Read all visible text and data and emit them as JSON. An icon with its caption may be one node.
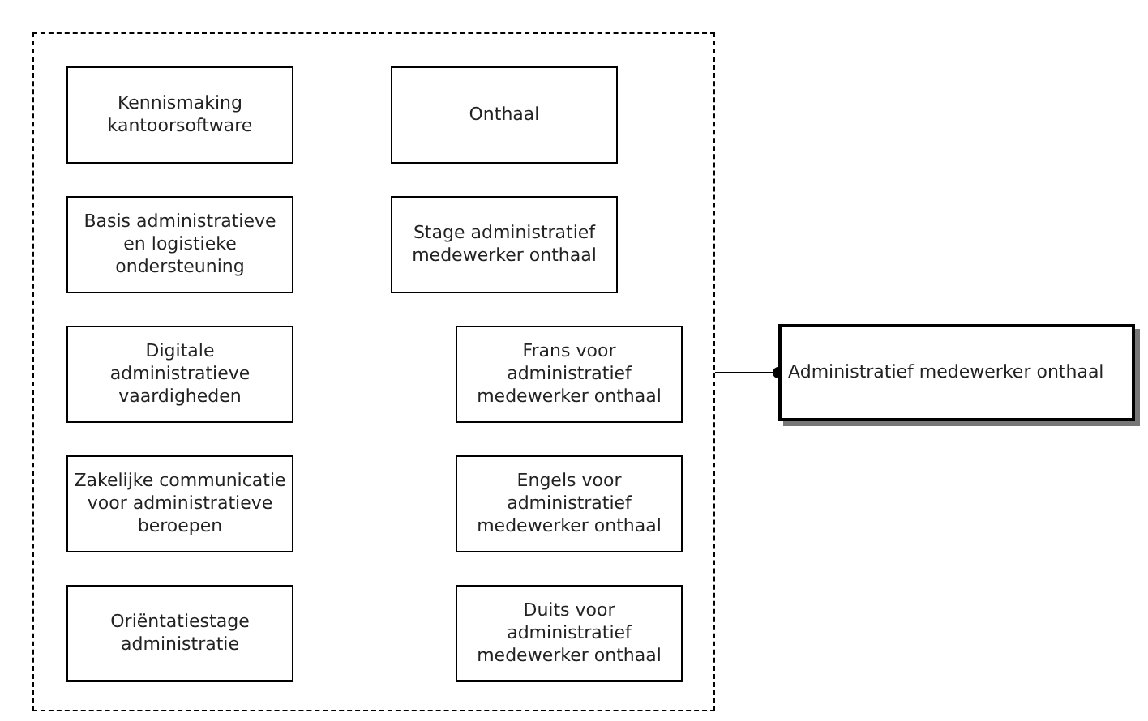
{
  "diagram": {
    "nodes": [
      {
        "text": [],
        "shape": "box"
      },
      {
        "text": [
          "Kennismaking kantoorsoftware"
        ],
        "in": 0
      },
      {
        "text": [
          "Onthaal"
        ],
        "in": 0
      },
      {
        "text": [
          "Basis administratieve en logistieke ondersteuning"
        ],
        "in": 0
      },
      {
        "text": [
          "Stage administratief medewerker onthaal"
        ],
        "in": 0
      },
      {
        "text": [
          "Digitale administratieve vaardigheden"
        ],
        "in": 0
      },
      {
        "text": [
          "Frans voor administratief medewerker onthaal"
        ],
        "in": 0
      },
      {
        "text": [
          "Zakelijke communicatie voor administratieve beroepen"
        ],
        "in": 0
      },
      {
        "text": [
          "Engels voor administratief medewerker onthaal"
        ],
        "in": 0
      },
      {
        "text": [
          "Oriëntatiestage administratie"
        ],
        "in": 0
      },
      {
        "text": [
          "Duits voor administratief medewerker onthaal"
        ],
        "in": 0
      },
      {
        "text": [
          "Administratief medewerker onthaal"
        ]
      }
    ],
    "edges": [
      {
        "from": 0,
        "to": 11,
        "arrow": "other"
      }
    ]
  }
}
